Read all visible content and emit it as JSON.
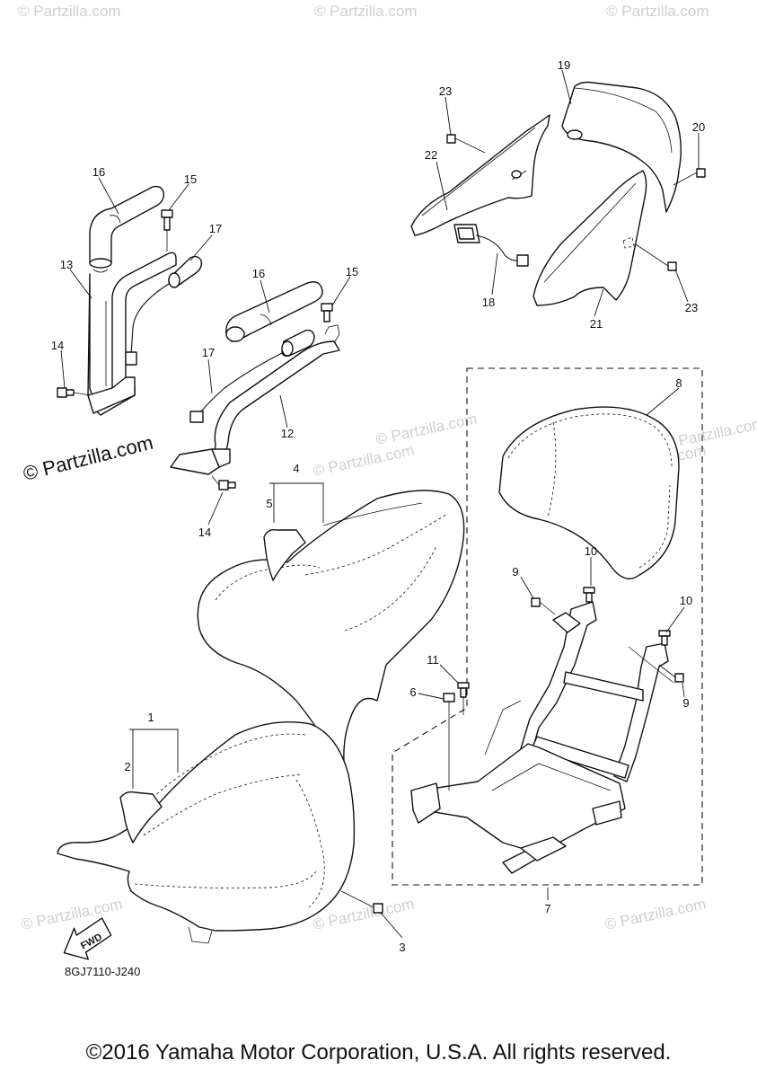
{
  "watermarks": [
    "© Partzilla.com",
    "© Partzilla.com",
    "© Partzilla.com",
    "© Partzilla.com",
    "© Partzilla.com",
    "© Partzilla.com",
    "© Partzilla.com",
    "© Partzilla.com",
    "© Partzilla.com",
    "© Partzilla.com"
  ],
  "watermark_main": "© Partzilla.com",
  "callouts": [
    "1",
    "2",
    "3",
    "4",
    "5",
    "6",
    "7",
    "8",
    "9",
    "9",
    "10",
    "10",
    "11",
    "12",
    "13",
    "14",
    "14",
    "15",
    "15",
    "16",
    "16",
    "17",
    "17",
    "18",
    "19",
    "20",
    "21",
    "22",
    "23",
    "23"
  ],
  "fwd_label": "FWD",
  "diagram_ref": "8GJ7110-J240",
  "copyright": "©2016 Yamaha Motor Corporation, U.S.A. All rights reserved."
}
